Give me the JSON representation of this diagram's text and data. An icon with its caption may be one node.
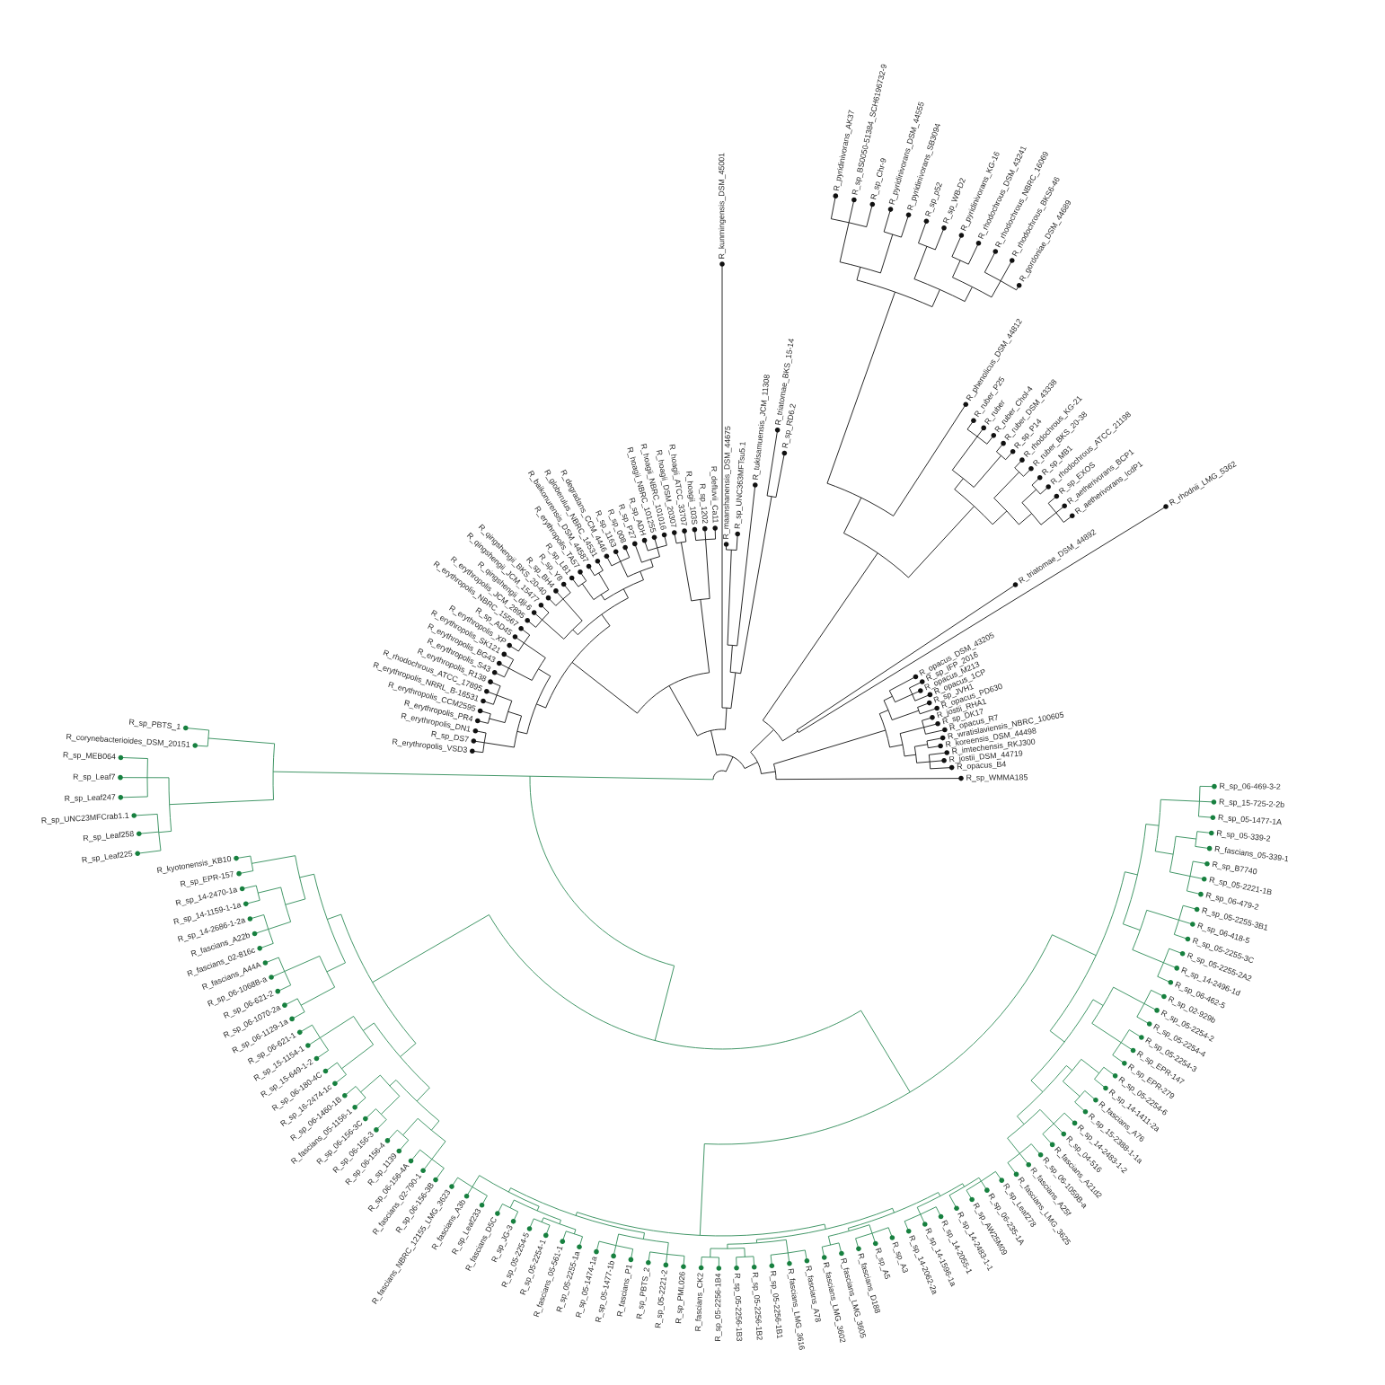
{
  "diagram": {
    "labels": [
      "R_erythropolis_VSD3",
      "R_sp_DS7",
      "R_erythropolis_DN1",
      "R_erythropolis_PR4",
      "R_erythropolis_CCM2595",
      "R_erythropolis_NRRL_B-16531",
      "R_rhodochrous_ATCC_17895",
      "R_erythropolis_R138",
      "R_erythropolis_S43",
      "R_erythropolis_BG43",
      "R_erythropolis_SK121",
      "R_erythropolis_XP",
      "R_sp_AD45",
      "R_erythropolis_NBRC_15567",
      "R_erythropolis_JCM_2895",
      "R_qingshengii_djl-6",
      "R_qingshengii_JCM_15477",
      "R_qingshengii_BKS_20-40",
      "R_sp_BH4",
      "R_sp_Y8",
      "R_sp_LB1",
      "R_erythropolis_TA57",
      "R_baikonurensis_DSM_44587",
      "R_globerulus_NBRC_14531",
      "R_degradans_CCM_4446",
      "R_sp_1163",
      "R_sp_008",
      "R_sp_P27",
      "R_sp_ADH",
      "R_hoagii_NBRC_101255",
      "R_hoagii_NBRC_101016",
      "R_hoagii_DSM_20307",
      "R_hoagii_ATCC_33707",
      "R_hoagii_103S",
      "R_sp_1202",
      "R_defluvii_Ca11",
      "R_kunmingensis_DSM_45001",
      "R_maanshanensis_DSM_44675",
      "R_sp_UNC363MFTsu5.1",
      "R_tukisamuensis_JCM_11308",
      "R_triatomae_BKS_15-14",
      "R_sp_RD6.2",
      "R_pyridinivorans_AK37",
      "R_sp_BS0050-51384_SCH6196732-9",
      "R_sp_Chr-9",
      "R_pyridinivorans_DSM_44555",
      "R_pyridinivorans_SB3094",
      "R_sp_p52",
      "R_sp_WB-D2",
      "R_pyridinivorans_KG-16",
      "R_rhodochrous_DSM_43241",
      "R_rhodochrous_NBRC_16069",
      "R_rhodochrous_BKS6-46",
      "R_gordoniae_DSM_44689",
      "R_phenolicus_DSM_44812",
      "R_ruber_P25",
      "R_ruber",
      "R_ruber_Chol-4",
      "R_ruber_DSM_43338",
      "R_sp_P14",
      "R_rhodochrous_KG-21",
      "R_ruber_BKS_20-38",
      "R_sp_MB1",
      "R_rhodochrous_ATCC_21198",
      "R_sp_EXOS",
      "R_aetherivorans_BCP1",
      "R_aetherivorans_IcdP1",
      "R_triatomae_DSM_44892",
      "R_rhodnii_LMG_5362",
      "R_opacus_DSM_43205",
      "R_sp_IFP_2016",
      "R_opacus_M213",
      "R_opacus_1CP",
      "R_sp_JVH1",
      "R_opacus_PD630",
      "R_jostii_RHA1",
      "R_sp_DK17",
      "R_opacus_R7",
      "R_wratislaviensis_NBRC_100605",
      "R_koreensis_DSM_44498",
      "R_imtechensis_RKJ300",
      "R_jostii_DSM_44719",
      "R_opacus_B4",
      "R_sp_WMMA185",
      "R_sp_PBTS_1",
      "R_corynebacterioides_DSM_20151",
      "R_sp_MEB064",
      "R_sp_Leaf7",
      "R_sp_Leaf247",
      "R_sp_UNC23MFCrab1.1",
      "R_sp_Leaf258",
      "R_sp_Leaf225",
      "R_kyotonensis_KB10",
      "R_sp_EPR-157",
      "R_sp_14-2470-1a",
      "R_sp_14-1159-1-1a",
      "R_sp_14-2686-1-2a",
      "R_fascians_A22b",
      "R_fascians_02-816c",
      "R_fascians_A44A",
      "R_sp_06-1068B-a",
      "R_sp_06-621-2",
      "R_sp_06-1070-2a",
      "R_sp_06-1129-1a",
      "R_sp_06-621-1",
      "R_sp_15-1154-1",
      "R_sp_15-649-1-2",
      "R_sp_06-180-4C",
      "R_sp_16-2474-1c",
      "R_sp_06-1460-1B",
      "R_fascians_05-1156-1",
      "R_sp_06-156-3C",
      "R_sp_06-156-3",
      "R_sp_06-156-4",
      "R_sp_1139",
      "R_sp_06-156-4A",
      "R_fascians_02-790-1",
      "R_sp_06-156-3B",
      "R_fascians_NBRC_12155_LMG_3623",
      "R_fascians_A3b",
      "R_sp_Leaf233",
      "R_fascians_D5C",
      "R_sp_JG-3",
      "R_sp_05-2254-5",
      "R_sp_05-2254-1",
      "R_fascians_05-561-1",
      "R_sp_05-2255-1a",
      "R_sp_05-1474-1a",
      "R_sp_05-1477-1b",
      "R_fascians_P1",
      "R_sp_PBTS_2",
      "R_sp_05-2221-2",
      "R_sp_PML026",
      "R_fascians_CK2",
      "R_sp_05-2256-1B4",
      "R_sp_05-2256-1B3",
      "R_sp_05-2256-1B2",
      "R_sp_05-2256-1B1",
      "R_fascians_LMG_3616",
      "R_fascians_A78",
      "R_fascians_LMG_3602",
      "R_fascians_LMG_3605",
      "R_fascians_D188",
      "R_sp_A5",
      "R_sp_A3",
      "R_sp_14-2062-2a",
      "R_sp_14-1596-1a",
      "R_sp_14-2055-1",
      "R_sp_14-2483-1-1",
      "R_sp_AW25M09",
      "R_sp_06-235-1A",
      "R_sp_Leaf278",
      "R_sp_06-469-3-2",
      "R_sp_15-725-2-2b",
      "R_sp_05-1477-1A",
      "R_sp_05-339-2",
      "R_fascians_05-339-1",
      "R_sp_B7740",
      "R_sp_05-2221-1B",
      "R_sp_06-479-2",
      "R_sp_05-2255-3B1",
      "R_sp_06-418-5",
      "R_sp_05-2255-3C",
      "R_sp_05-2255-2A2",
      "R_sp_14-2496-1d",
      "R_sp_06-462-5",
      "R_sp_02-929b",
      "R_sp_05-2254-2",
      "R_sp_05-2254-4",
      "R_sp_05-2254-3",
      "R_sp_EPR-147",
      "R_sp_EPR-279",
      "R_sp_05-2254-6",
      "R_sp_14-1411-2a",
      "R_fascians_A76",
      "R_sp_15-2388-1-1a",
      "R_sp_14-2483-1-2",
      "R_sp_04-516",
      "R_fascians_A21d2",
      "R_sp_06-1059B-a",
      "R_fascians_A25f",
      "R_fascians_LMG_3625"
    ]
  }
}
